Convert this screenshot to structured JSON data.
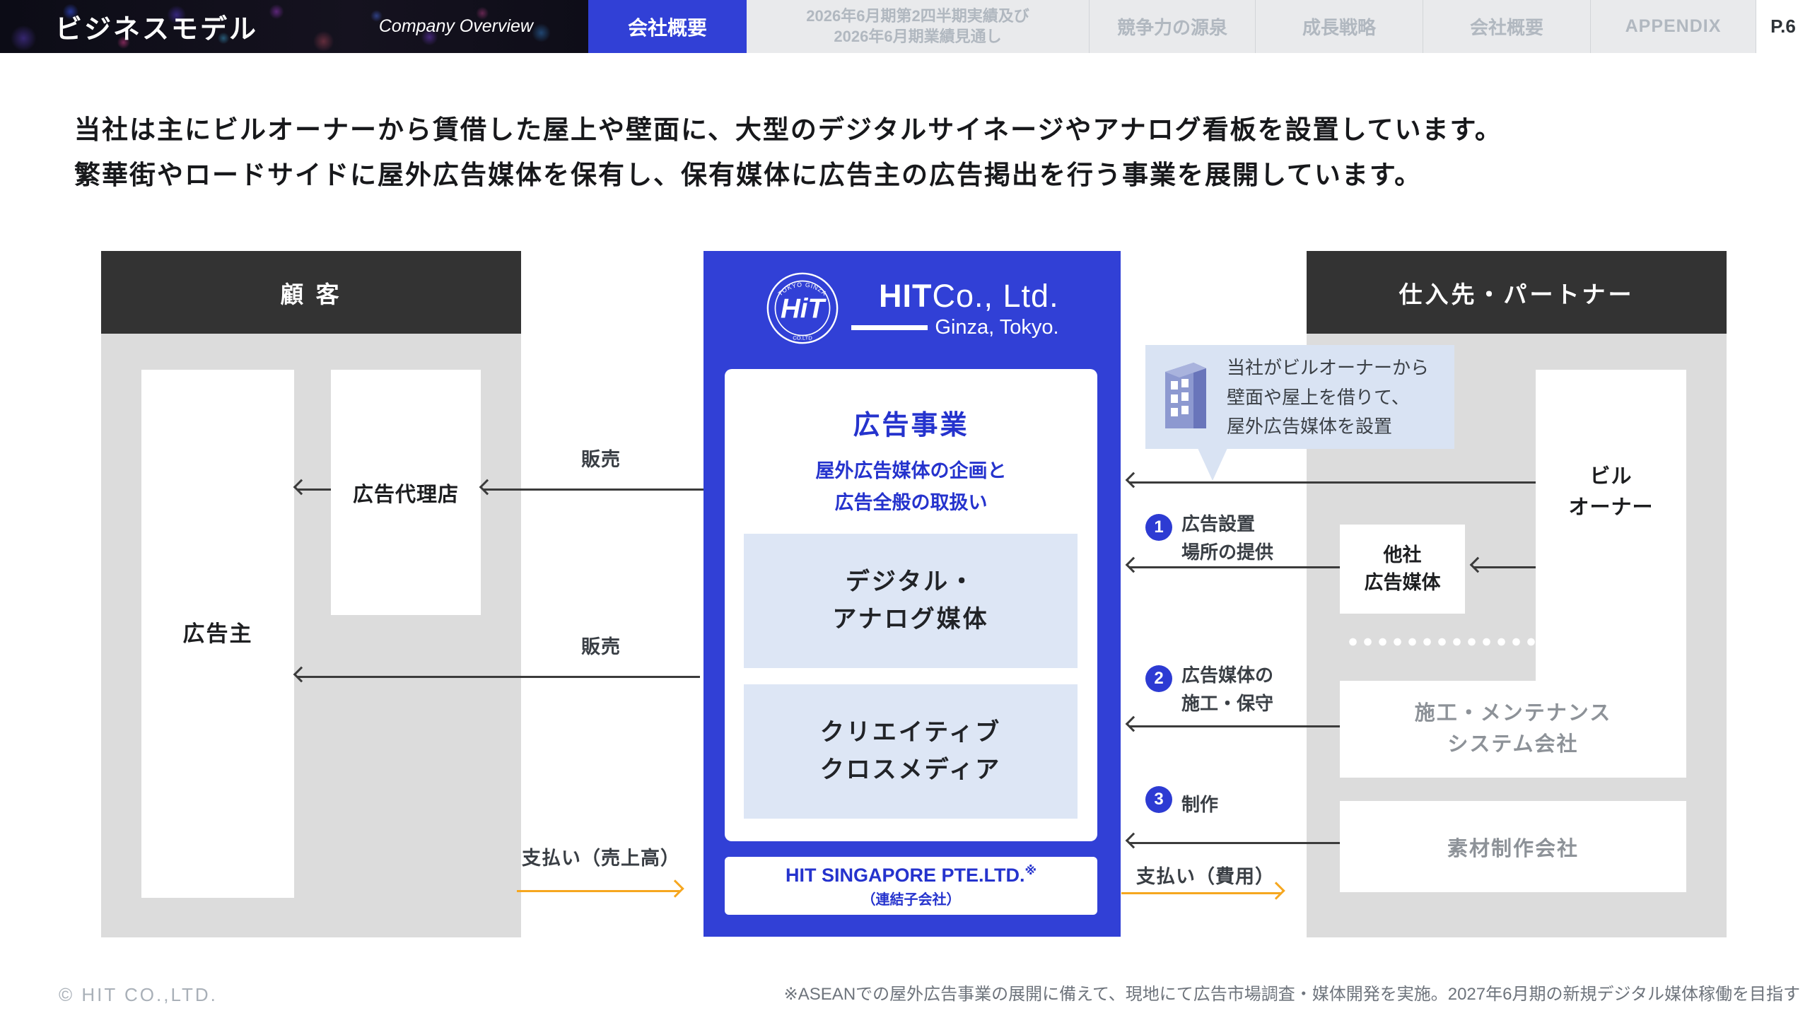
{
  "colors": {
    "accent_blue": "#3140d6",
    "dark_header": "#333333",
    "panel_gray": "#dcdcdc",
    "light_blue_box": "#dde6f5",
    "callout_blue": "#d9e3f3",
    "orange_arrow": "#f6a71f",
    "blue_text": "#2533cd",
    "gray_box_text": "#8d9298"
  },
  "header": {
    "title": "ビジネスモデル",
    "subtitle": "Company Overview",
    "page_number": "P.6",
    "tabs": [
      {
        "label": "会社概要"
      },
      {
        "line1": "2026年6月期第2四半期実績及び",
        "line2": "2026年6月期業績見通し"
      },
      {
        "label": "競争力の源泉"
      },
      {
        "label": "成長戦略"
      },
      {
        "label": "会社概要"
      },
      {
        "label": "APPENDIX"
      }
    ]
  },
  "intro": {
    "line1": "当社は主にビルオーナーから賃借した屋上や壁面に、大型のデジタルサイネージやアナログ看板を設置しています。",
    "line2": "繁華街やロードサイドに屋外広告媒体を保有し、保有媒体に広告主の広告掲出を行う事業を展開しています。"
  },
  "customers": {
    "header": "顧 客",
    "advertiser": "広告主",
    "agency": "広告代理店"
  },
  "hit": {
    "emblem_top": "TOKYO GINZA",
    "emblem_bottom": "CO.LTD",
    "emblem_monogram": "HiT",
    "logo_name_bold": "HIT",
    "logo_name_rest": "Co., Ltd.",
    "logo_city": "Ginza, Tokyo.",
    "business_title": "広告事業",
    "business_desc_line1": "屋外広告媒体の企画と",
    "business_desc_line2": "広告全般の取扱い",
    "media_box1_line1": "デジタル・",
    "media_box1_line2": "アナログ媒体",
    "media_box2_line1": "クリエイティブ",
    "media_box2_line2": "クロスメディア",
    "singapore_name": "HIT SINGAPORE PTE.LTD.",
    "singapore_mark": "※",
    "singapore_note": "（連結子会社）"
  },
  "partners": {
    "header": "仕入先・パートナー",
    "building_owner_line1": "ビル",
    "building_owner_line2": "オーナー",
    "other_media_line1": "他社",
    "other_media_line2": "広告媒体",
    "construction_line1": "施工・メンテナンス",
    "construction_line2": "システム会社",
    "materials": "素材制作会社"
  },
  "callout": {
    "line1": "当社がビルオーナーから",
    "line2": "壁面や屋上を借りて、",
    "line3": "屋外広告媒体を設置"
  },
  "flows": {
    "sales_upper": "販売",
    "sales_lower": "販売",
    "payment_left": "支払い（売上高）",
    "payment_right": "支払い（費用）",
    "step1_number": "1",
    "step1_line1": "広告設置",
    "step1_line2": "場所の提供",
    "step2_number": "2",
    "step2_line1": "広告媒体の",
    "step2_line2": "施工・保守",
    "step3_number": "3",
    "step3_label": "制作"
  },
  "footer": {
    "footnote": "※ASEANでの屋外広告事業の展開に備えて、現地にて広告市場調査・媒体開発を実施。2027年6月期の新規デジタル媒体稼働を目指す",
    "copyright": "© HIT CO.,LTD."
  }
}
